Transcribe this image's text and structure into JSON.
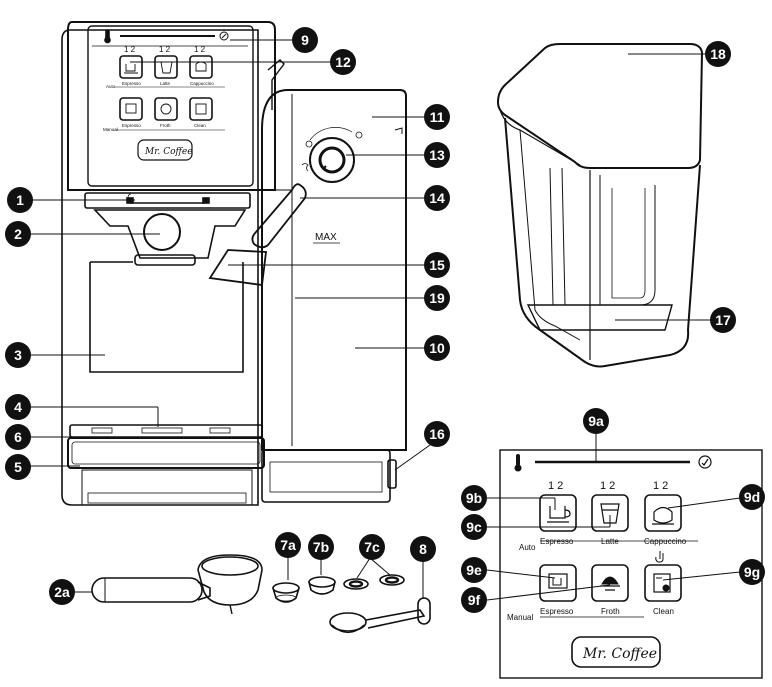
{
  "machine": {
    "max_label": "MAX",
    "panel": {
      "cup_counts": [
        "1 2",
        "1 2",
        "1 2"
      ],
      "auto_label": "Auto",
      "manual_label": "Manual",
      "auto_buttons": [
        "Espresso",
        "Latte",
        "Cappuccino"
      ],
      "manual_buttons": [
        "Espresso",
        "Froth",
        "Clean"
      ],
      "brand": "Mr. Coffee"
    }
  },
  "callouts": {
    "c1": "1",
    "c2": "2",
    "c2a": "2a",
    "c3": "3",
    "c4": "4",
    "c5": "5",
    "c6": "6",
    "c7a": "7a",
    "c7b": "7b",
    "c7c": "7c",
    "c8": "8",
    "c9": "9",
    "c9a": "9a",
    "c9b": "9b",
    "c9c": "9c",
    "c9d": "9d",
    "c9e": "9e",
    "c9f": "9f",
    "c9g": "9g",
    "c10": "10",
    "c11": "11",
    "c12": "12",
    "c13": "13",
    "c14": "14",
    "c15": "15",
    "c16": "16",
    "c17": "17",
    "c18": "18",
    "c19": "19"
  },
  "panel_detail": {
    "cup_counts": [
      "1 2",
      "1 2",
      "1 2"
    ],
    "auto_label": "Auto",
    "manual_label": "Manual",
    "auto_buttons": [
      "Espresso",
      "Latte",
      "Cappuccino"
    ],
    "manual_buttons": [
      "Espresso",
      "Froth",
      "Clean"
    ],
    "brand": "Mr. Coffee"
  }
}
